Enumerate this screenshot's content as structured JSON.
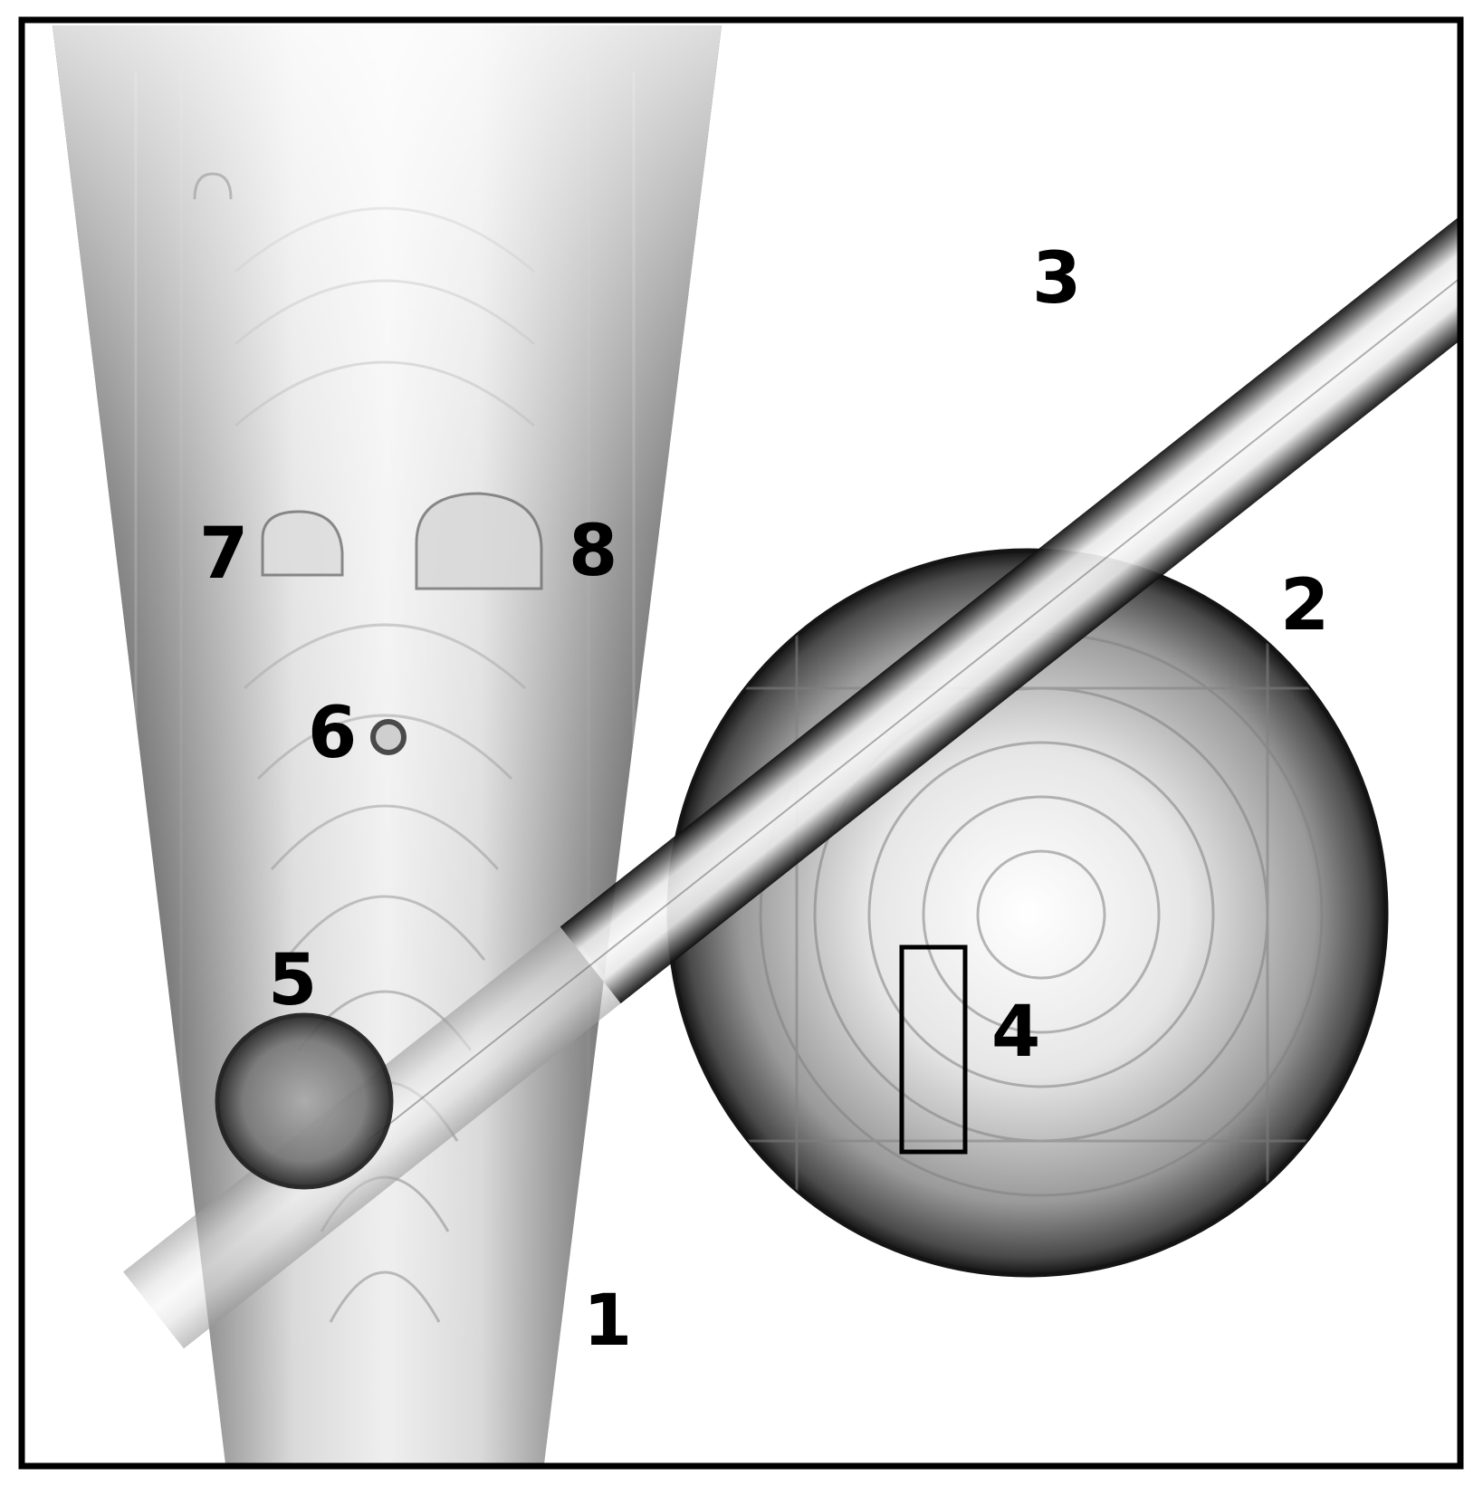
{
  "labels": {
    "l1": "1",
    "l2": "2",
    "l3": "3",
    "l4": "4",
    "l5": "5",
    "l6": "6",
    "l7": "7",
    "l8": "8"
  },
  "colors": {
    "frame": "#000000",
    "background": "#ffffff",
    "shape_dark": "#1a1a1a",
    "shape_light": "#f4f4f4",
    "contour": "#777777"
  }
}
